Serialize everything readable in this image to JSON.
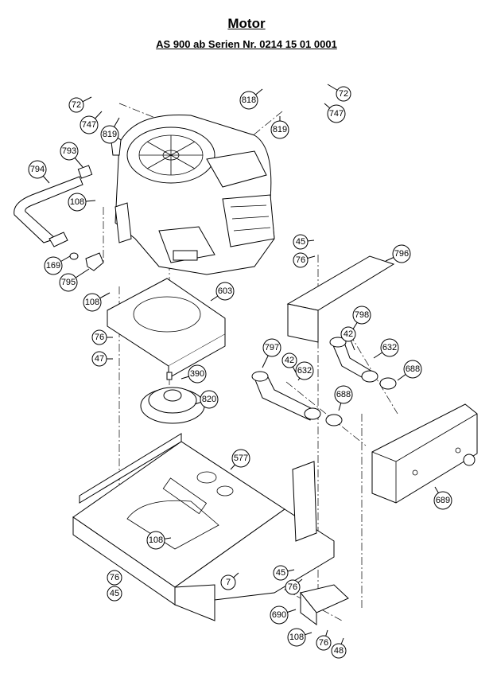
{
  "header": {
    "title": "Motor",
    "subtitle": "AS 900 ab Serien Nr. 0214 15 01 0001"
  },
  "callouts": [
    {
      "label": "72"
    },
    {
      "label": "747"
    },
    {
      "label": "819"
    },
    {
      "label": "818"
    },
    {
      "label": "72"
    },
    {
      "label": "747"
    },
    {
      "label": "819"
    },
    {
      "label": "793"
    },
    {
      "label": "794"
    },
    {
      "label": "108"
    },
    {
      "label": "169"
    },
    {
      "label": "795"
    },
    {
      "label": "108"
    },
    {
      "label": "603"
    },
    {
      "label": "76"
    },
    {
      "label": "47"
    },
    {
      "label": "390"
    },
    {
      "label": "820"
    },
    {
      "label": "45"
    },
    {
      "label": "76"
    },
    {
      "label": "796"
    },
    {
      "label": "798"
    },
    {
      "label": "42"
    },
    {
      "label": "632"
    },
    {
      "label": "688"
    },
    {
      "label": "797"
    },
    {
      "label": "42"
    },
    {
      "label": "632"
    },
    {
      "label": "688"
    },
    {
      "label": "689"
    },
    {
      "label": "577"
    },
    {
      "label": "108"
    },
    {
      "label": "76"
    },
    {
      "label": "45"
    },
    {
      "label": "7"
    },
    {
      "label": "45"
    },
    {
      "label": "76"
    },
    {
      "label": "690"
    },
    {
      "label": "108"
    },
    {
      "label": "76"
    },
    {
      "label": "48"
    }
  ]
}
